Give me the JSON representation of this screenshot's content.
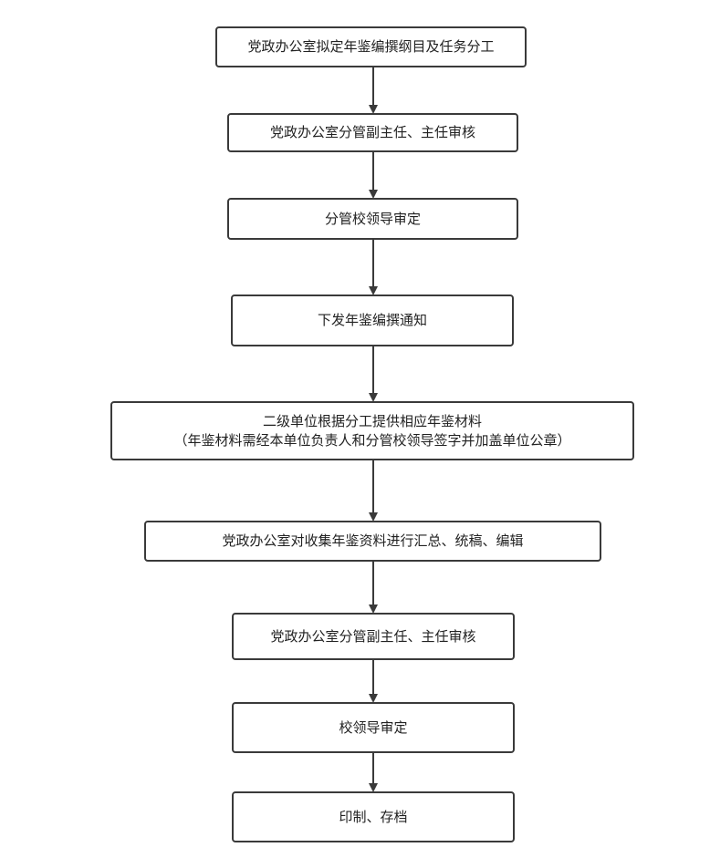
{
  "flowchart": {
    "steps": [
      {
        "id": "s1",
        "lines": [
          "党政办公室拟定年鉴编撰纲目及任务分工"
        ]
      },
      {
        "id": "s2",
        "lines": [
          "党政办公室分管副主任、主任审核"
        ]
      },
      {
        "id": "s3",
        "lines": [
          "分管校领导审定"
        ]
      },
      {
        "id": "s4",
        "lines": [
          "下发年鉴编撰通知"
        ]
      },
      {
        "id": "s5",
        "lines": [
          "二级单位根据分工提供相应年鉴材料",
          "（年鉴材料需经本单位负责人和分管校领导签字并加盖单位公章）"
        ]
      },
      {
        "id": "s6",
        "lines": [
          "党政办公室对收集年鉴资料进行汇总、统稿、编辑"
        ]
      },
      {
        "id": "s7",
        "lines": [
          "党政办公室分管副主任、主任审核"
        ]
      },
      {
        "id": "s8",
        "lines": [
          "校领导审定"
        ]
      },
      {
        "id": "s9",
        "lines": [
          "印制、存档"
        ]
      }
    ],
    "colors": {
      "border": "#3a3a3a",
      "arrow": "#3a3a3a",
      "text": "#222222",
      "background": "#ffffff"
    }
  }
}
